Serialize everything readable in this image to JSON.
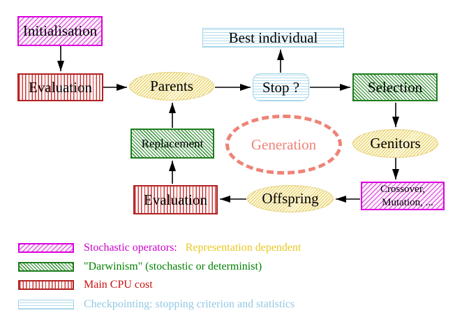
{
  "nodes": {
    "initialisation": "Initialisation",
    "evaluation_top": "Evaluation",
    "parents": "Parents",
    "stop": "Stop ?",
    "best_individual": "Best individual",
    "selection": "Selection",
    "genitors": "Genitors",
    "crossover_line1": "Crossover,",
    "crossover_line2": "Mutation, ...",
    "offspring": "Offspring",
    "evaluation_bottom": "Evaluation",
    "replacement": "Replacement",
    "generation": "Generation"
  },
  "legend": {
    "row1_label": "Stochastic operators:",
    "row1_extra": "Representation dependent",
    "row2_label": "\"Darwinism\" (stochastic or determinist)",
    "row3_label": "Main CPU cost",
    "row4_label": "Checkpointing: stopping criterion and statistics"
  },
  "colors": {
    "stochastic_magenta": "#cc00cc",
    "representation_yellow": "#e8c820",
    "darwinism_green": "#008000",
    "cpu_red": "#cc1111",
    "checkpoint_cyan": "#92c8e6",
    "generation_salmon": "#ee8377",
    "box_magenta_border": "#dd00dd",
    "box_red_border": "#b22222",
    "box_green_border": "#1e7d1e",
    "box_cyan_border": "#9fd2e6",
    "ellipse_yellow_border": "#e4d07e"
  }
}
